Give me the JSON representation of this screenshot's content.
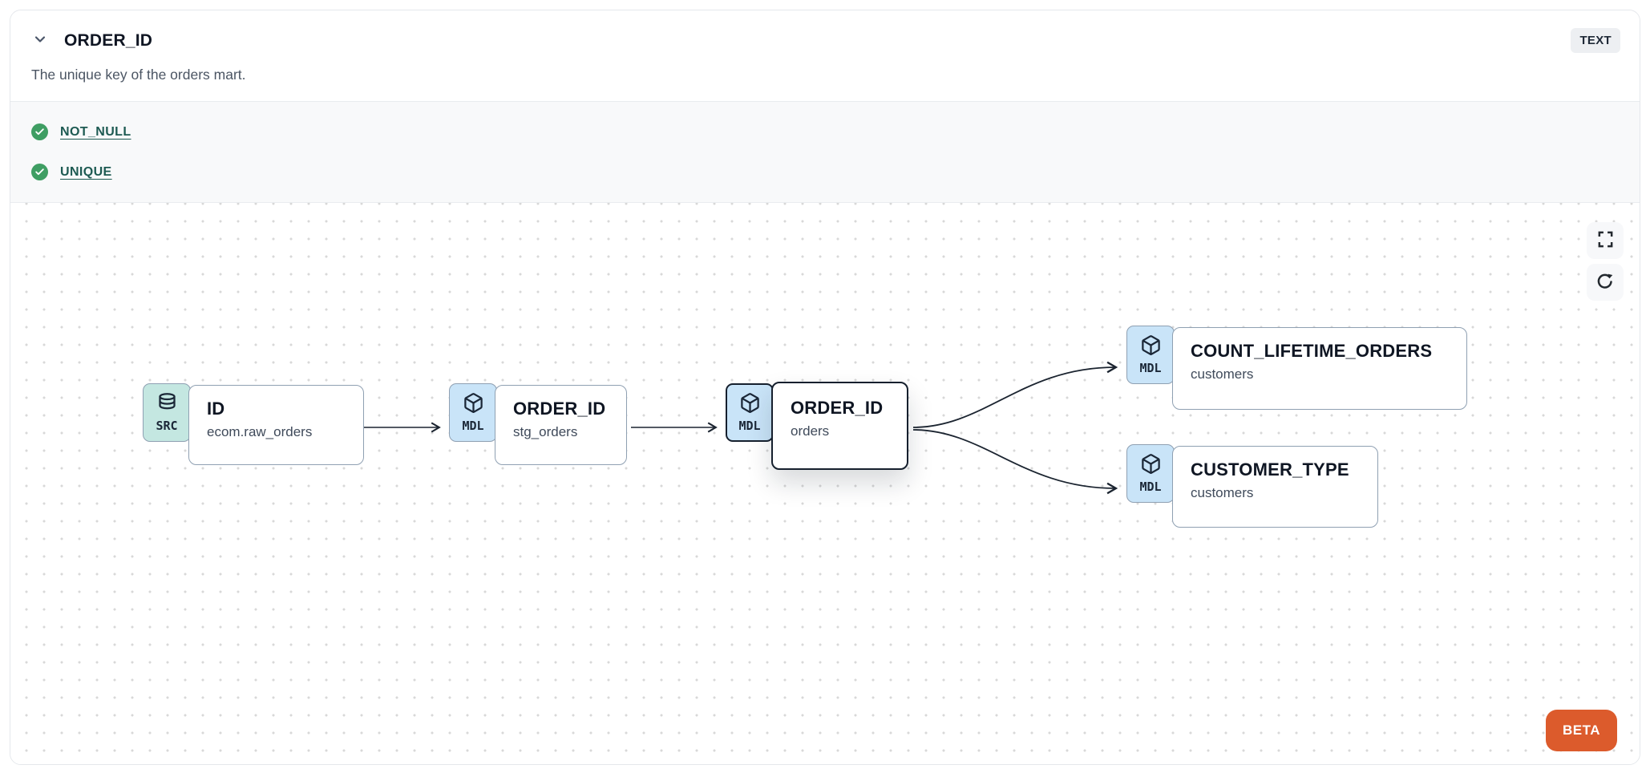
{
  "header": {
    "title": "ORDER_ID",
    "type_badge": "TEXT",
    "description": "The unique key of the orders mart.",
    "collapse_icon": "chevron-down-icon"
  },
  "tests": {
    "items": [
      {
        "label": "NOT_NULL",
        "status": "pass",
        "status_icon": "check-circle-icon"
      },
      {
        "label": "UNIQUE",
        "status": "pass",
        "status_icon": "check-circle-icon"
      }
    ]
  },
  "lineage": {
    "nodes": [
      {
        "kind": "SRC",
        "icon": "database-icon",
        "title": "ID",
        "subtitle": "ecom.raw_orders",
        "selected": false
      },
      {
        "kind": "MDL",
        "icon": "cube-icon",
        "title": "ORDER_ID",
        "subtitle": "stg_orders",
        "selected": false
      },
      {
        "kind": "MDL",
        "icon": "cube-icon",
        "title": "ORDER_ID",
        "subtitle": "orders",
        "selected": true
      },
      {
        "kind": "MDL",
        "icon": "cube-icon",
        "title": "COUNT_LIFETIME_ORDERS",
        "subtitle": "customers",
        "selected": false
      },
      {
        "kind": "MDL",
        "icon": "cube-icon",
        "title": "CUSTOMER_TYPE",
        "subtitle": "customers",
        "selected": false
      }
    ],
    "edges": [
      {
        "from": "ID.ecom.raw_orders",
        "to": "ORDER_ID.stg_orders"
      },
      {
        "from": "ORDER_ID.stg_orders",
        "to": "ORDER_ID.orders"
      },
      {
        "from": "ORDER_ID.orders",
        "to": "COUNT_LIFETIME_ORDERS.customers"
      },
      {
        "from": "ORDER_ID.orders",
        "to": "CUSTOMER_TYPE.customers"
      }
    ],
    "controls": [
      "fullscreen-icon",
      "refresh-icon"
    ],
    "beta_label": "BETA"
  },
  "colors": {
    "accent_orange": "#dc5b2c",
    "test_pass_green": "#3f9e63",
    "link_teal": "#1d5a52",
    "src_badge_bg": "#c4e7e1",
    "mdl_badge_bg": "#c9e4f8",
    "selected_border": "#16202e",
    "edge_stroke": "#1b2430"
  }
}
